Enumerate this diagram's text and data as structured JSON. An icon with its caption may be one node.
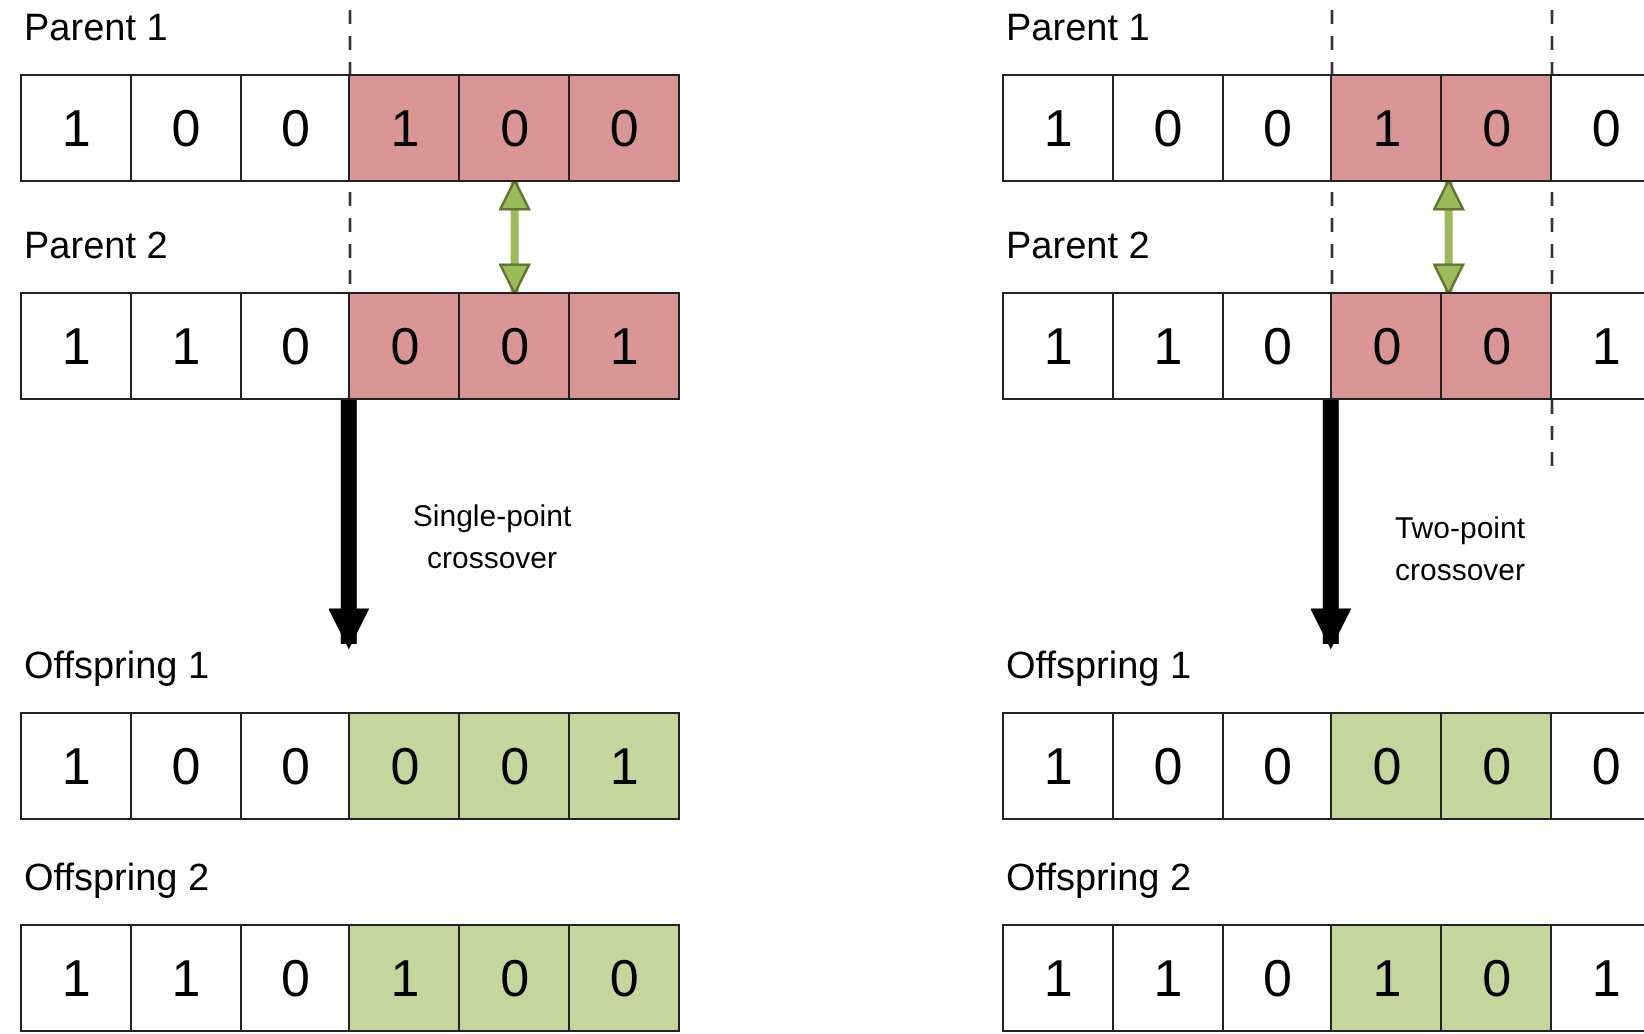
{
  "diagram": {
    "nodes": [
      {
        "text": [
          "Parent 1"
        ]
      },
      {
        "text": [
          "1"
        ],
        "in": 0
      },
      {
        "text": [
          "0"
        ],
        "in": 0
      },
      {
        "text": [
          "0"
        ],
        "in": 0
      },
      {
        "text": [
          "1"
        ],
        "in": 0
      },
      {
        "text": [
          "0"
        ],
        "in": 0
      },
      {
        "text": [
          "0"
        ],
        "in": 0
      },
      {
        "text": [
          "Parent 2"
        ]
      },
      {
        "text": [
          "1"
        ],
        "in": 7
      },
      {
        "text": [
          "1"
        ],
        "in": 7
      },
      {
        "text": [
          "0"
        ],
        "in": 7
      },
      {
        "text": [
          "0"
        ],
        "in": 7
      },
      {
        "text": [
          "0"
        ],
        "in": 7
      },
      {
        "text": [
          "1"
        ],
        "in": 7
      },
      {
        "text": [
          "Offspring 1"
        ]
      },
      {
        "text": [
          "1"
        ],
        "in": 14
      },
      {
        "text": [
          "0"
        ],
        "in": 14
      },
      {
        "text": [
          "0"
        ],
        "in": 14
      },
      {
        "text": [
          "0"
        ],
        "in": 14
      },
      {
        "text": [
          "0"
        ],
        "in": 14
      },
      {
        "text": [
          "1"
        ],
        "in": 14
      },
      {
        "text": [
          "Offspring 2"
        ]
      },
      {
        "text": [
          "1"
        ],
        "in": 21
      },
      {
        "text": [
          "1"
        ],
        "in": 21
      },
      {
        "text": [
          "0"
        ],
        "in": 21
      },
      {
        "text": [
          "1"
        ],
        "in": 21
      },
      {
        "text": [
          "0"
        ],
        "in": 21
      },
      {
        "text": [
          "0"
        ],
        "in": 21
      },
      {
        "text": [
          "Parent 1"
        ]
      },
      {
        "text": [
          "1"
        ],
        "in": 28
      },
      {
        "text": [
          "0"
        ],
        "in": 28
      },
      {
        "text": [
          "0"
        ],
        "in": 28
      },
      {
        "text": [
          "1"
        ],
        "in": 28
      },
      {
        "text": [
          "0"
        ],
        "in": 28
      },
      {
        "text": [
          "0"
        ],
        "in": 28
      },
      {
        "text": [
          "Parent 2"
        ]
      },
      {
        "text": [
          "1"
        ],
        "in": 35
      },
      {
        "text": [
          "1"
        ],
        "in": 35
      },
      {
        "text": [
          "0"
        ],
        "in": 35
      },
      {
        "text": [
          "0"
        ],
        "in": 35
      },
      {
        "text": [
          "0"
        ],
        "in": 35
      },
      {
        "text": [
          "1"
        ],
        "in": 35
      },
      {
        "text": [
          "Offspring 1"
        ]
      },
      {
        "text": [
          "1"
        ],
        "in": 42
      },
      {
        "text": [
          "0"
        ],
        "in": 42
      },
      {
        "text": [
          "0"
        ],
        "in": 42
      },
      {
        "text": [
          "0"
        ],
        "in": 42
      },
      {
        "text": [
          "0"
        ],
        "in": 42
      },
      {
        "text": [
          "0"
        ],
        "in": 42
      },
      {
        "text": [
          "Offspring 2"
        ]
      },
      {
        "text": [
          "1"
        ],
        "in": 49
      },
      {
        "text": [
          "1"
        ],
        "in": 49
      },
      {
        "text": [
          "0"
        ],
        "in": 49
      },
      {
        "text": [
          "1"
        ],
        "in": 49
      },
      {
        "text": [
          "0"
        ],
        "in": 49
      },
      {
        "text": [
          "1"
        ],
        "in": 49
      }
    ],
    "edges": [
      {
        "from": 5,
        "to": 12,
        "arrow": "both",
        "color": "#9bbb59"
      },
      {
        "from": 7,
        "to": 14,
        "arrow": "to",
        "style": "thick",
        "color": "#000000",
        "label": "Single-point crossover"
      },
      {
        "from": 33,
        "to": 40,
        "arrow": "both",
        "color": "#9bbb59"
      },
      {
        "from": 35,
        "to": 42,
        "arrow": "to",
        "style": "thick",
        "color": "#000000",
        "label": "Two-point crossover"
      }
    ]
  }
}
